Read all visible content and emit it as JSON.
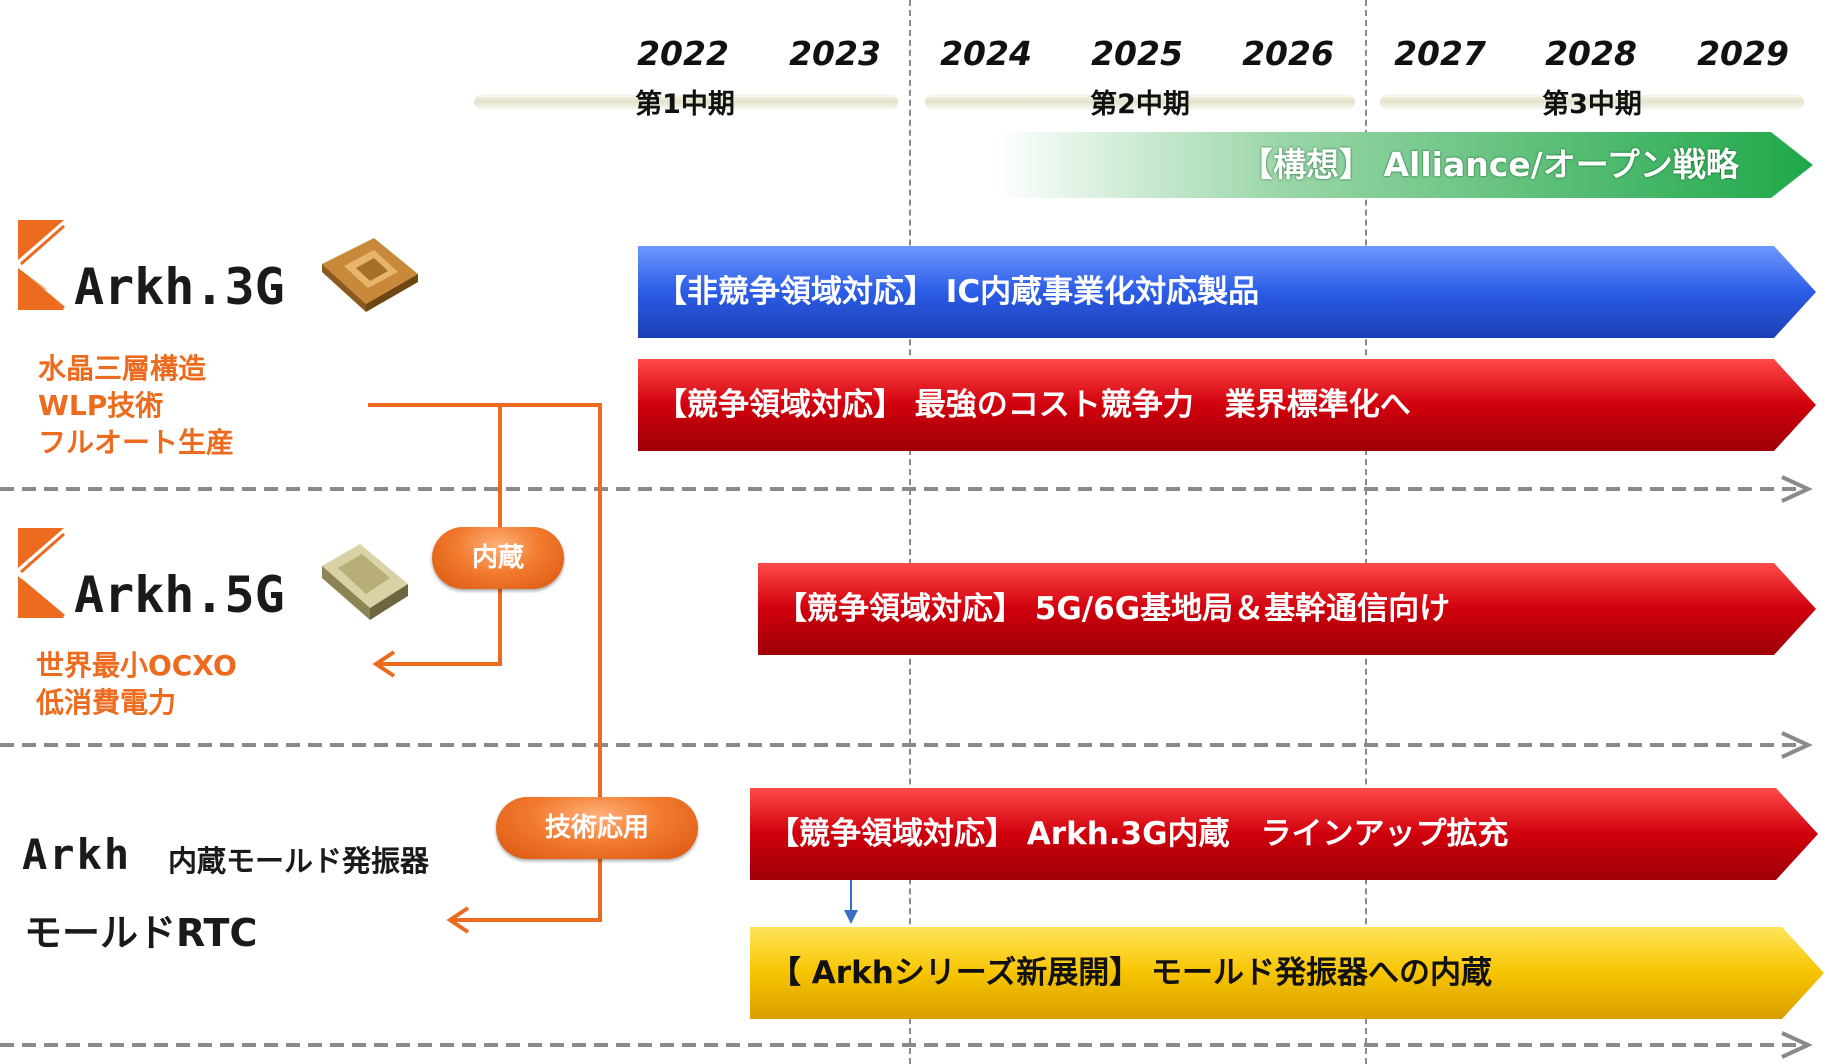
{
  "years": [
    "2022",
    "2023",
    "2024",
    "2025",
    "2026",
    "2027",
    "2028",
    "2029"
  ],
  "periods": [
    "第1中期",
    "第2中期",
    "第3中期"
  ],
  "bars": {
    "alliance": "【構想】 Alliance/オープン戦略",
    "ic_embedded": "【非競争領域対応】 IC内蔵事業化対応製品",
    "cost": "【競争領域対応】 最強のコスト競争力　業界標準化へ",
    "base_station": "【競争領域対応】 5G/6G基地局＆基幹通信向け",
    "lineup": "【競争領域対応】 Arkh.3G内蔵　ラインアップ拡充",
    "new_series": "【 Arkhシリーズ新展開】 モールド発振器への内蔵"
  },
  "products": {
    "arkh3g": {
      "name": "Arkh.3G",
      "features": [
        "水晶三層構造",
        "WLP技術",
        "フルオート生産"
      ]
    },
    "arkh5g": {
      "name": "Arkh.5G",
      "features": [
        "世界最小OCXO",
        "低消費電力"
      ]
    },
    "arkh_mold": {
      "name": "Arkh",
      "subtitle": "内蔵モールド発振器",
      "rtc": "モールドRTC"
    }
  },
  "connectors": {
    "embed": "内蔵",
    "tech_applied": "技術応用"
  },
  "colors": {
    "orange": "#ec6b1f",
    "blue_bar": "#2f5fe0",
    "red_bar": "#c8000a",
    "green_bar": "#2bb05a",
    "yellow_bar": "#f5c200"
  }
}
